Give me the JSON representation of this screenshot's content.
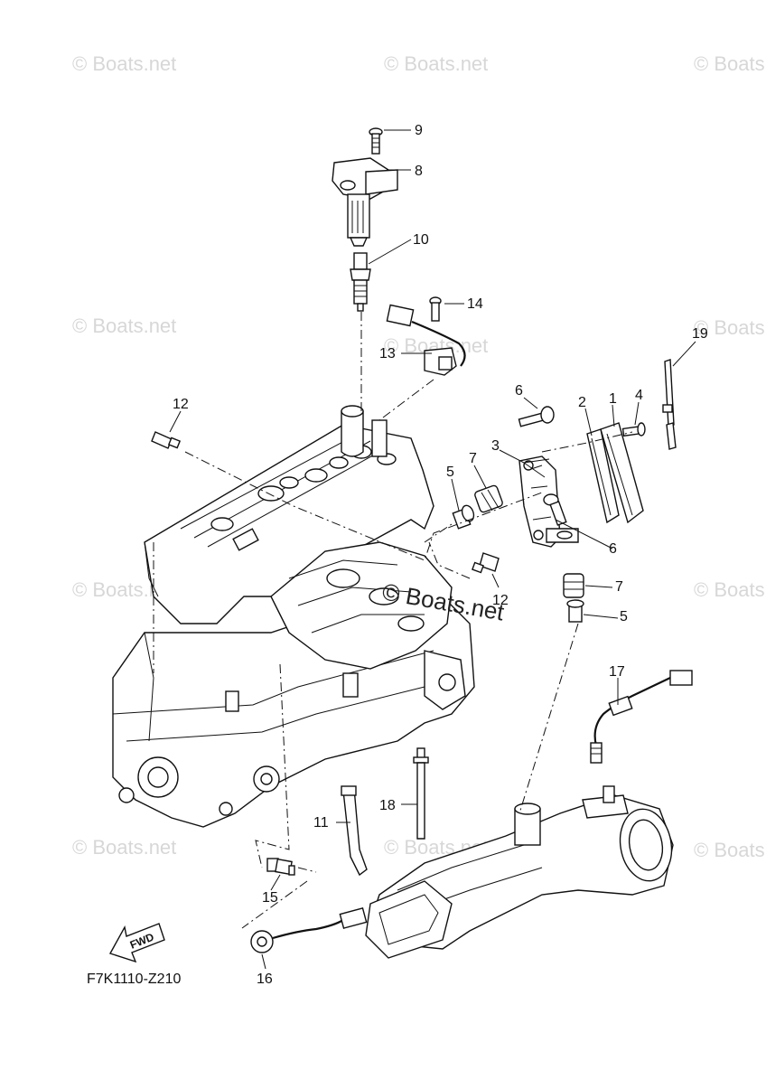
{
  "diagram": {
    "code": "F7K1110-Z210",
    "fwd_label": "FWD",
    "watermark": "© Boats.net",
    "center_watermark": "© Boats.net",
    "callouts": [
      {
        "id": "c1",
        "label": "1"
      },
      {
        "id": "c2",
        "label": "2"
      },
      {
        "id": "c3",
        "label": "3"
      },
      {
        "id": "c4",
        "label": "4"
      },
      {
        "id": "c5a",
        "label": "5"
      },
      {
        "id": "c5b",
        "label": "5"
      },
      {
        "id": "c6a",
        "label": "6"
      },
      {
        "id": "c6b",
        "label": "6"
      },
      {
        "id": "c7a",
        "label": "7"
      },
      {
        "id": "c7b",
        "label": "7"
      },
      {
        "id": "c8",
        "label": "8"
      },
      {
        "id": "c9",
        "label": "9"
      },
      {
        "id": "c10",
        "label": "10"
      },
      {
        "id": "c11",
        "label": "11"
      },
      {
        "id": "c12a",
        "label": "12"
      },
      {
        "id": "c12b",
        "label": "12"
      },
      {
        "id": "c13",
        "label": "13"
      },
      {
        "id": "c14",
        "label": "14"
      },
      {
        "id": "c15",
        "label": "15"
      },
      {
        "id": "c16",
        "label": "16"
      },
      {
        "id": "c17",
        "label": "17"
      },
      {
        "id": "c18",
        "label": "18"
      },
      {
        "id": "c19",
        "label": "19"
      }
    ]
  }
}
